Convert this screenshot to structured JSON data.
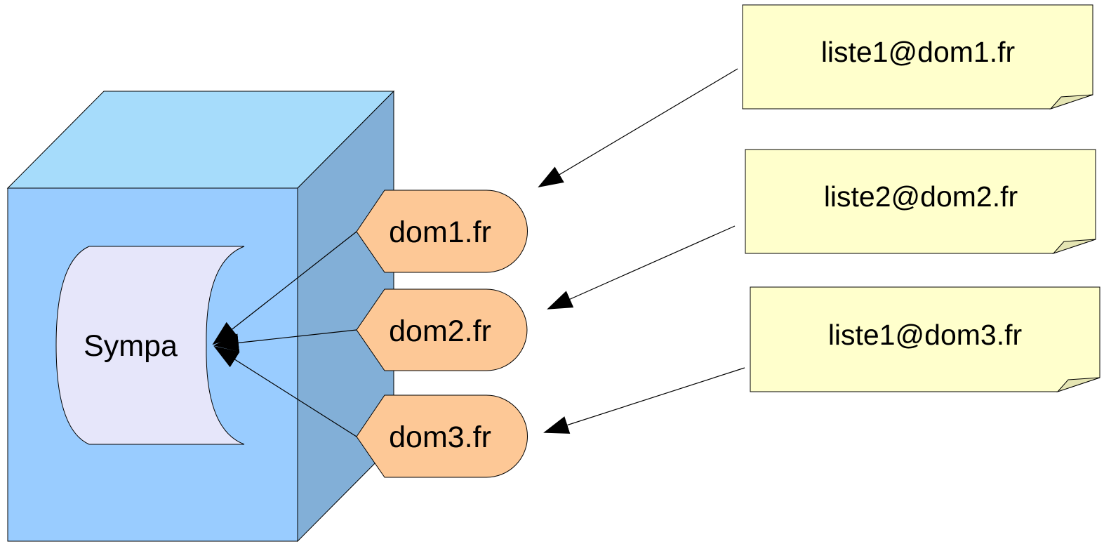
{
  "server": {
    "name": "Sympa"
  },
  "domains": [
    {
      "label": "dom1.fr"
    },
    {
      "label": "dom2.fr"
    },
    {
      "label": "dom3.fr"
    }
  ],
  "lists": [
    {
      "address": "liste1@dom1.fr",
      "domain_index": 0
    },
    {
      "address": "liste2@dom2.fr",
      "domain_index": 1
    },
    {
      "address": "liste1@dom3.fr",
      "domain_index": 2
    }
  ],
  "colors": {
    "cube_front": "#99ccff",
    "cube_top": "#a6dcfb",
    "cube_side": "#82afd7",
    "core": "#e6e6fa",
    "domain_tag": "#fdc896",
    "note": "#ffffcc",
    "note_fold": "#e5e5b3"
  }
}
